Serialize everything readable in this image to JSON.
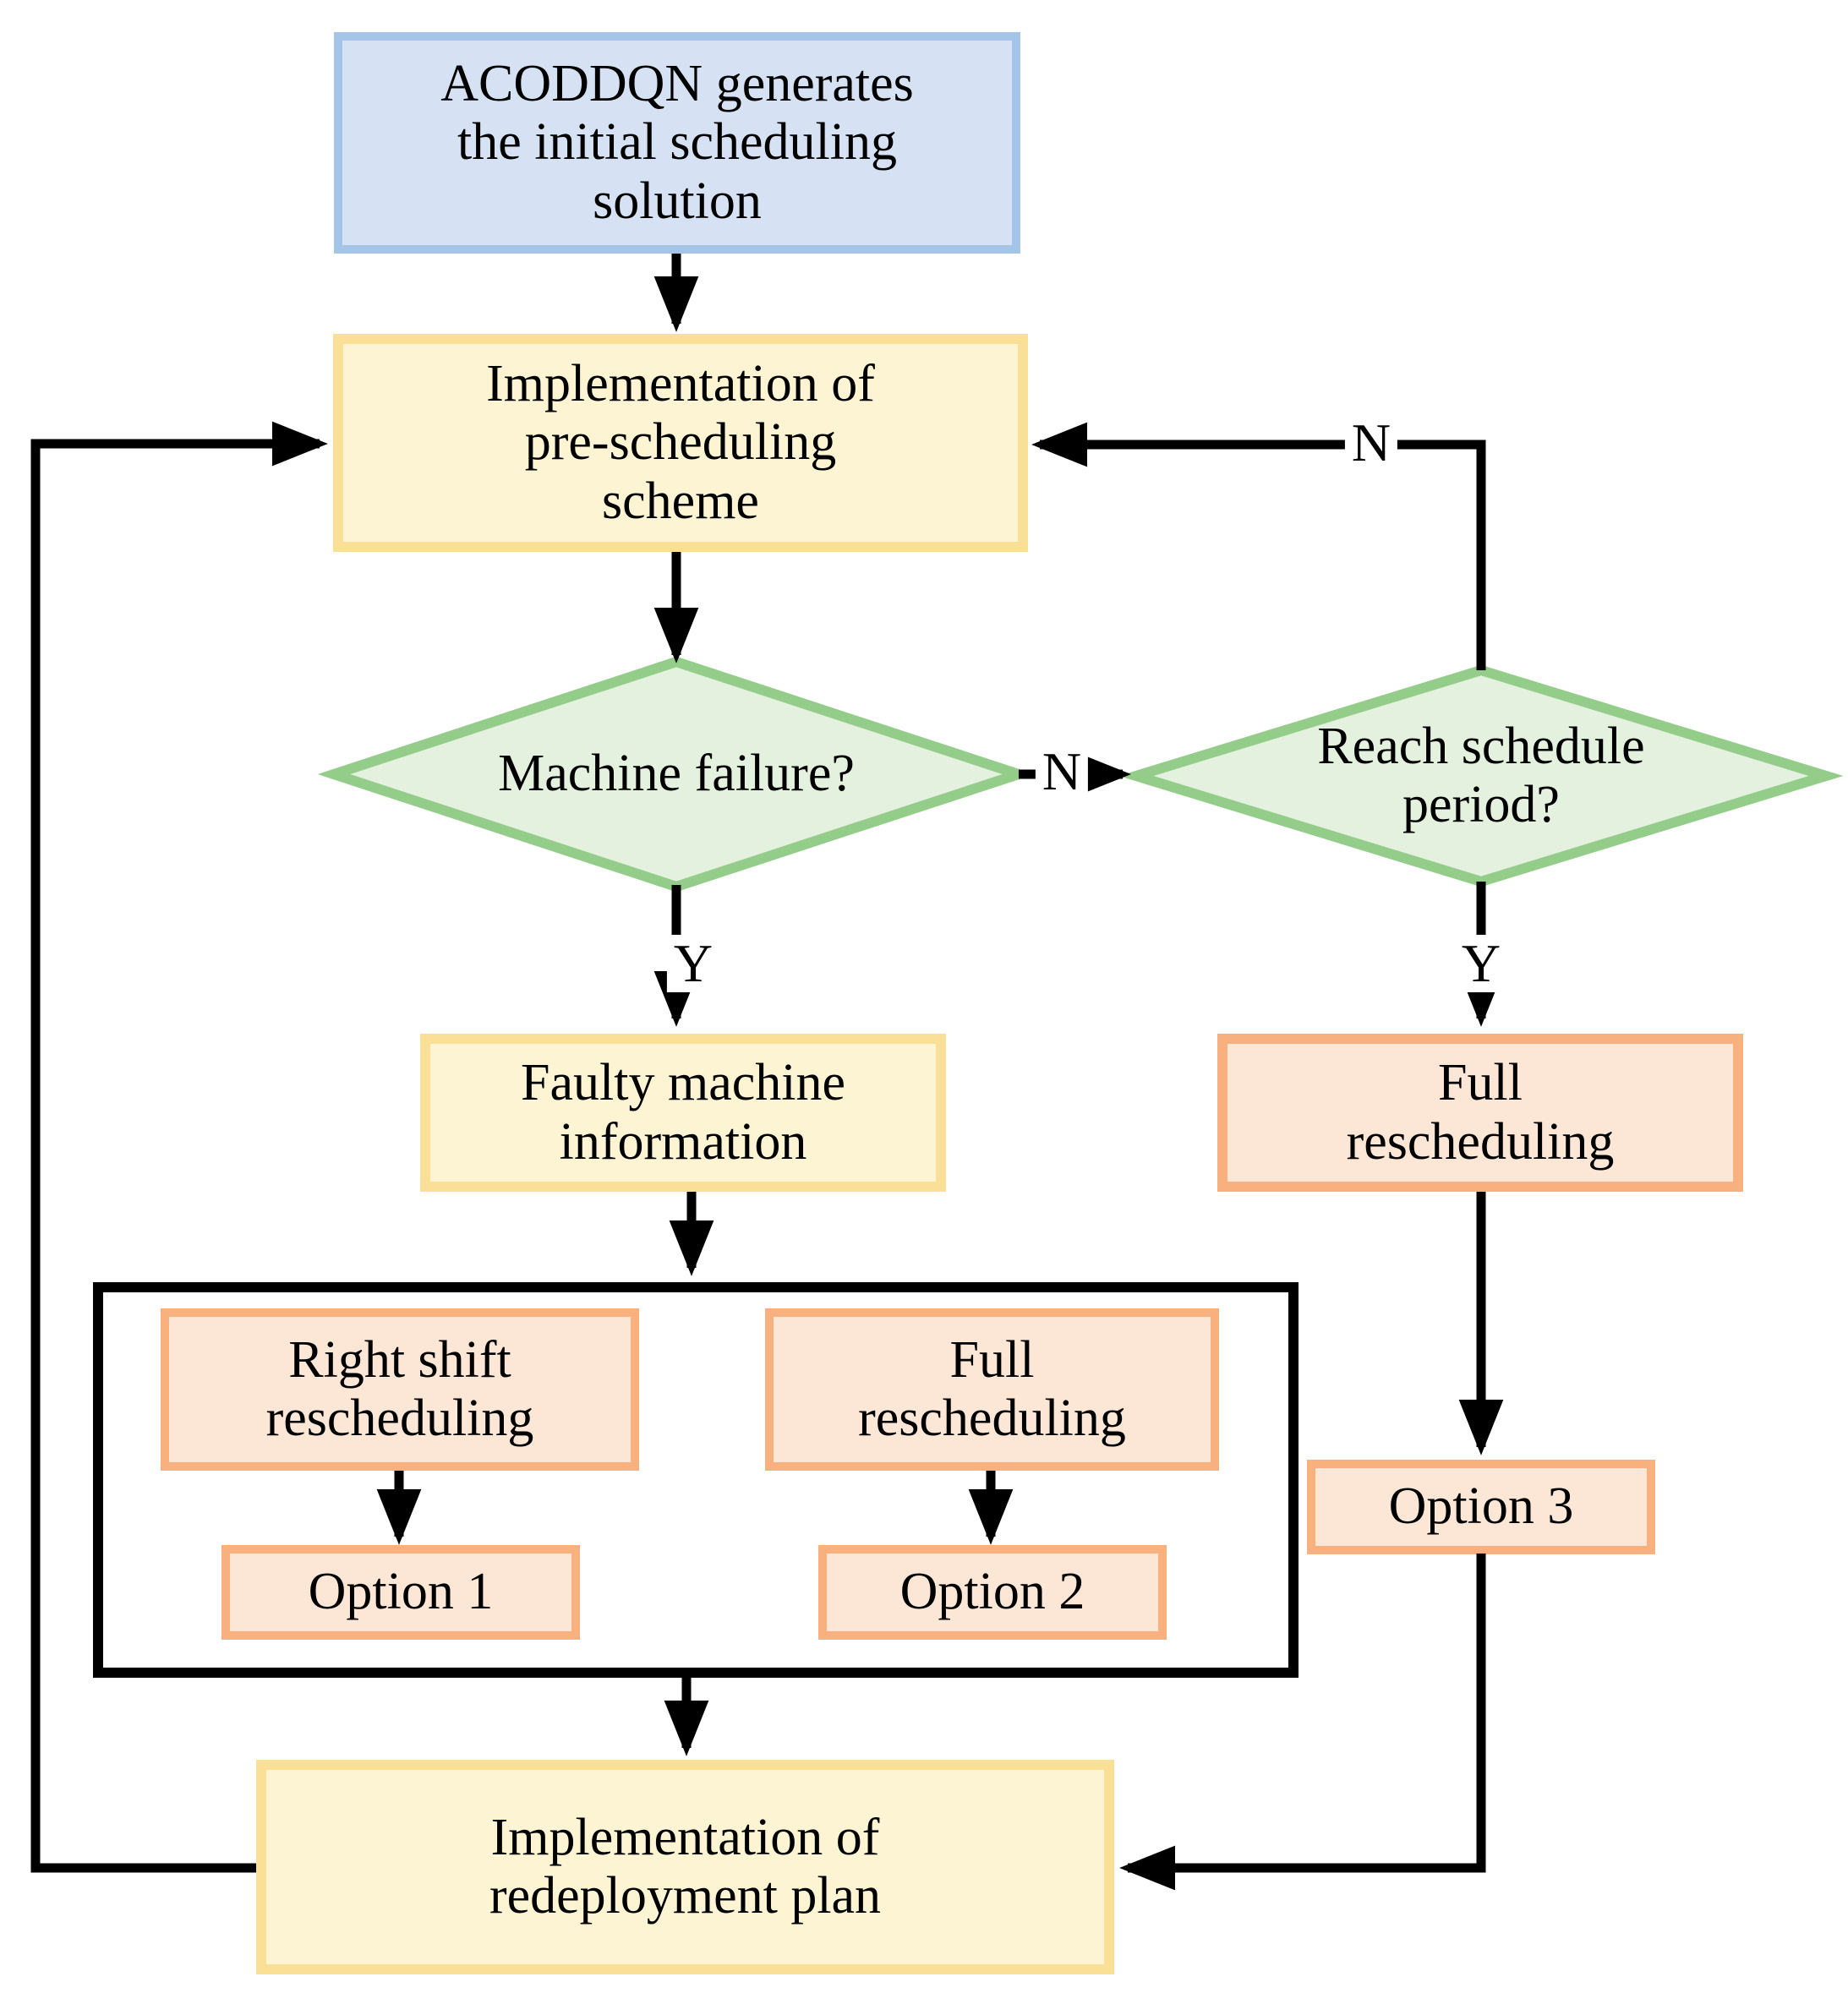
{
  "diagram": {
    "background": "#ffffff",
    "colors": {
      "start_fill": "#d6e2f3",
      "start_border": "#a4c4e8",
      "process_fill": "#fdf4d3",
      "process_border": "#fae096",
      "decision_fill": "#e3f1de",
      "decision_border": "#94cc8a",
      "option_fill": "#fce6d5",
      "option_border": "#f8b07f",
      "line_color": "#000000"
    },
    "nodes": {
      "initial": {
        "type": "start",
        "label": "ACODDQN generates\nthe initial scheduling\nsolution"
      },
      "pre_scheduling": {
        "type": "process",
        "label": "Implementation of\npre-scheduling\nscheme"
      },
      "machine_failure": {
        "type": "decision",
        "label": "Machine failure?"
      },
      "reach_period": {
        "type": "decision",
        "label": "Reach schedule\nperiod?"
      },
      "faulty_info": {
        "type": "process",
        "label": "Faulty machine\ninformation"
      },
      "full_rescheduling_right": {
        "type": "option",
        "label": "Full\nrescheduling"
      },
      "right_shift": {
        "type": "option",
        "label": "Right shift\nrescheduling"
      },
      "option1": {
        "type": "option",
        "label": "Option 1"
      },
      "full_rescheduling_inner": {
        "type": "option",
        "label": "Full\nrescheduling"
      },
      "option2": {
        "type": "option",
        "label": "Option 2"
      },
      "option3": {
        "type": "option",
        "label": "Option 3"
      },
      "redeployment": {
        "type": "process",
        "label": "Implementation of\nredeployment plan"
      }
    },
    "edge_labels": {
      "machine_failure_no": "N",
      "machine_failure_yes": "Y",
      "reach_period_no": "N",
      "reach_period_yes": "Y"
    }
  }
}
